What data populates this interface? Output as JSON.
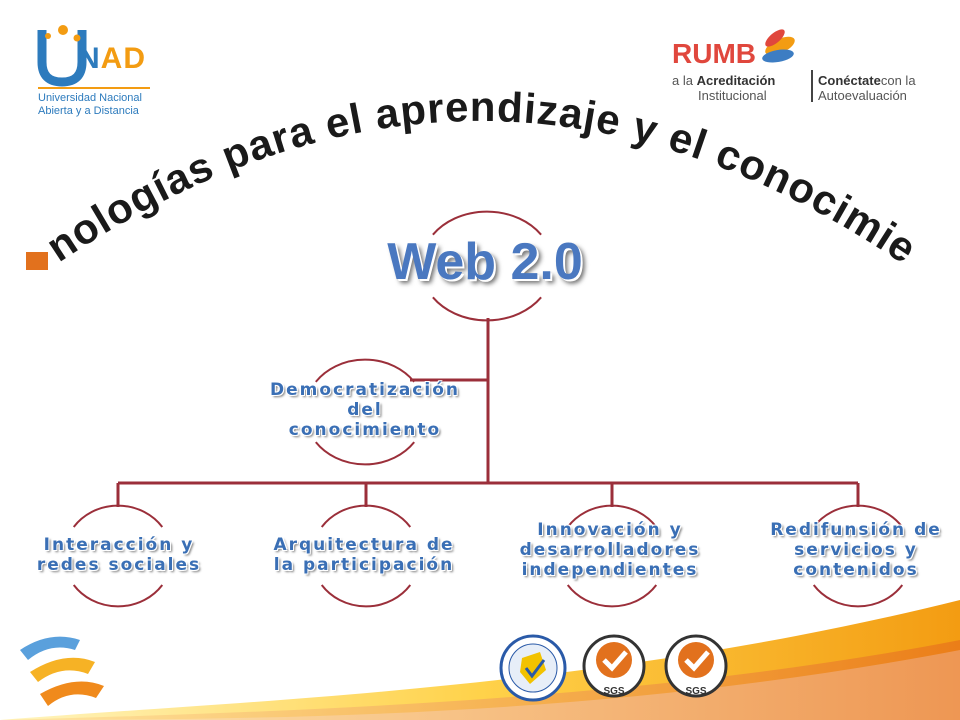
{
  "header": {
    "unad_logo": {
      "brand": "UNAD",
      "line1": "Universidad Nacional",
      "line2": "Abierta y a Distancia"
    },
    "rumbo_logo": {
      "brand": "RUMB",
      "line1_prefix": "a la",
      "line1_strong": "Acreditación",
      "line2": "Institucional",
      "right_strong": "Conéctate",
      "right_light": "con la",
      "right_line2": "Autoevaluación"
    },
    "arched_title": "Tecnologías para el aprendizaje y el conocimiento"
  },
  "diagram": {
    "root": "Web 2.0",
    "assistant": [
      "Democratización",
      "del",
      "conocimiento"
    ],
    "children": [
      {
        "lines": [
          "Interacción y",
          "redes sociales"
        ]
      },
      {
        "lines": [
          "Arquitectura de",
          "la participación"
        ]
      },
      {
        "lines": [
          "Innovación y",
          "desarrolladores",
          "independientes"
        ]
      },
      {
        "lines": [
          "Redifunsión de",
          "servicios y",
          "contenidos"
        ]
      }
    ]
  },
  "footer": {
    "certs": [
      {
        "name": "certification-seal-colombia",
        "text": ""
      },
      {
        "name": "sgs-certification-badge-1",
        "text": "SGS"
      },
      {
        "name": "sgs-certification-badge-2",
        "text": "SGS"
      }
    ]
  },
  "colors": {
    "connector": "#9b2f3a",
    "label": "#3a6fb5",
    "title": "#1a1a1a",
    "accent_orange": "#f39c12",
    "accent_blue": "#3d7dc3"
  }
}
